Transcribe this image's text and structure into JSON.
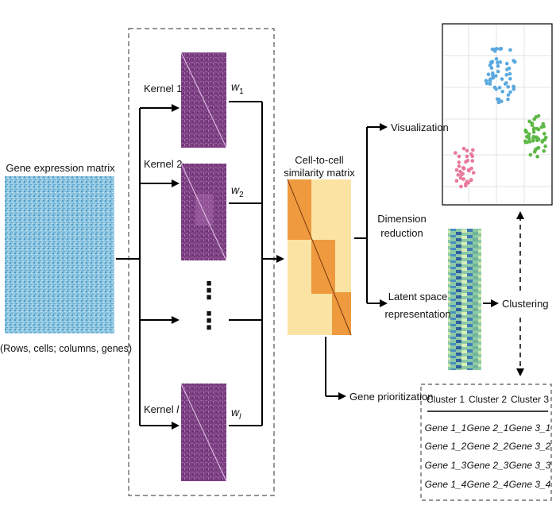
{
  "input": {
    "title": "Gene expression matrix",
    "caption": "(Rows, cells; columns, genes)"
  },
  "kernels": [
    {
      "label": "Kernel 1",
      "weight": "w",
      "sub": "1"
    },
    {
      "label": "Kernel 2",
      "weight": "w",
      "sub": "2"
    },
    {
      "label": "Kernel ",
      "label_italic": "l",
      "weight": "w",
      "sub": "l"
    }
  ],
  "ellipsis": "⋮",
  "similarity": {
    "title_line1": "Cell-to-cell",
    "title_line2": "similarity matrix"
  },
  "outputs": {
    "visualization": "Visualization",
    "dimension_reduction_line1": "Dimension",
    "dimension_reduction_line2": "reduction",
    "latent_line1": "Latent space",
    "latent_line2": "representation",
    "clustering": "Clustering",
    "gene_prioritization": "Gene prioritization"
  },
  "cluster_table": {
    "headers": [
      "Cluster 1",
      "Cluster 2",
      "Cluster 3"
    ],
    "rows": [
      [
        "Gene 1_1",
        "Gene 2_1",
        "Gene 3_1"
      ],
      [
        "Gene 1_2",
        "Gene 2_2",
        "Gene 3_2"
      ],
      [
        "Gene 1_3",
        "Gene 2_3",
        "Gene 3_3"
      ],
      [
        "Gene 1_4",
        "Gene 2_4",
        "Gene 3_4"
      ]
    ]
  },
  "colors": {
    "expression": "#7fbcd9",
    "kernel": "#8a4a8c",
    "similarity_bg": "#fbe3a4",
    "similarity_block": "#ef9a3e",
    "cluster_blue": "#5aa9e0",
    "cluster_green": "#5cb845",
    "cluster_pink": "#e8789a"
  }
}
